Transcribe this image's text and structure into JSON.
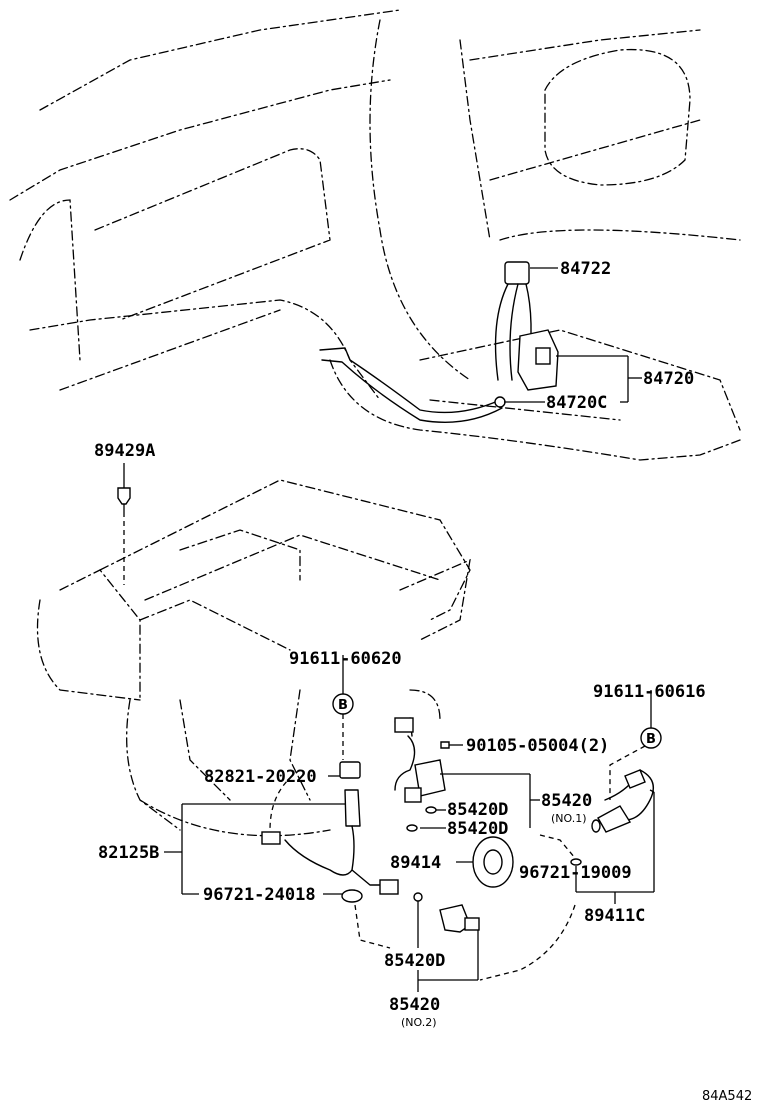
{
  "diagram": {
    "reference": "84A542",
    "callout_letter": "B",
    "labels": {
      "p84722": "84722",
      "p84720": "84720",
      "p84720C": "84720C",
      "p89429A": "89429A",
      "p91611_60620": "91611-60620",
      "p91611_60616": "91611-60616",
      "p90105_05004": "90105-05004(2)",
      "p82821_20220": "82821-20220",
      "p85420_no1": "85420",
      "p85420_no1_sub": "(NO.1)",
      "p85420D_a": "85420D",
      "p85420D_b": "85420D",
      "p82125B": "82125B",
      "p89414": "89414",
      "p96721_19009": "96721-19009",
      "p96721_24018": "96721-24018",
      "p89411C": "89411C",
      "p85420D_c": "85420D",
      "p85420_no2": "85420",
      "p85420_no2_sub": "(NO.2)"
    }
  }
}
